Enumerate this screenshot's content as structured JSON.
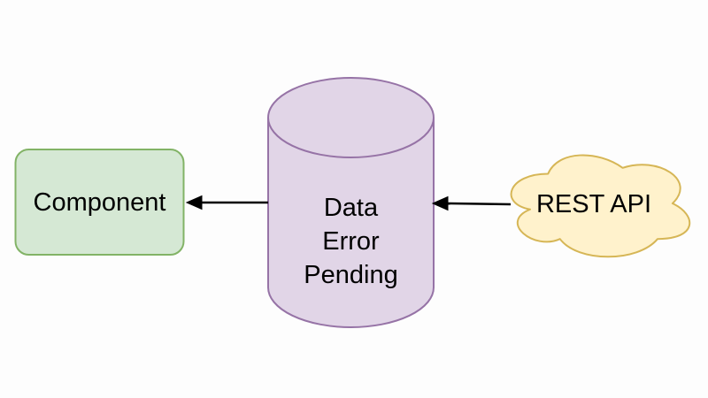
{
  "canvas": {
    "background": "#fdfdfd"
  },
  "nodes": {
    "component": {
      "label": "Component",
      "fill": "#d5e8d4",
      "stroke": "#82b366"
    },
    "store": {
      "lines": [
        "Data",
        "Error",
        "Pending"
      ],
      "fill": "#e1d5e7",
      "stroke": "#9673a6"
    },
    "api": {
      "label": "REST API",
      "fill": "#fff2cc",
      "stroke": "#d6b656"
    }
  },
  "edges": {
    "color": "#000000"
  },
  "text": {
    "color": "#000000"
  }
}
